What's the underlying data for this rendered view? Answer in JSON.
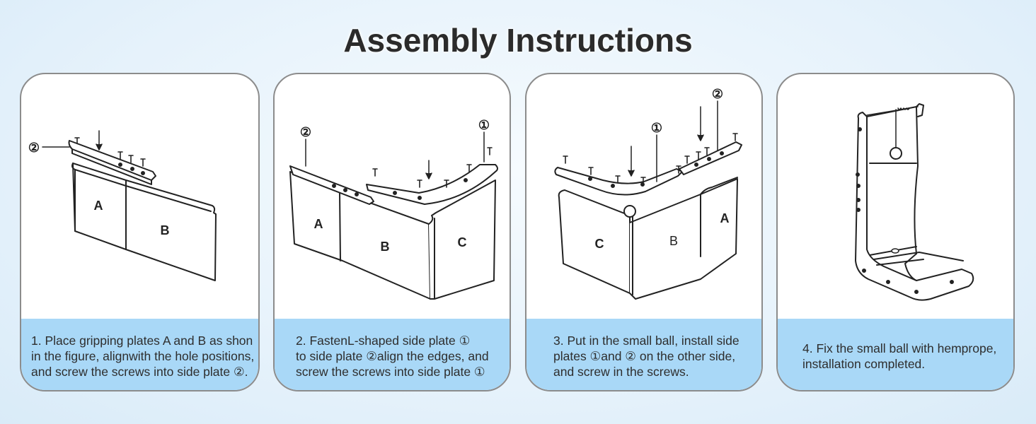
{
  "title": "Assembly Instructions",
  "steps": [
    {
      "caption": "1. Place gripping plates A and B as shon\nin the figure, alignwith the hole positions,\nand screw the screws into side plate ②.",
      "labels": {
        "plate_a": "A",
        "plate_b": "B",
        "marker": "②"
      }
    },
    {
      "caption": "2. FastenL-shaped side plate ①\nto side plate ②align the edges, and\nscrew the screws into side plate ①",
      "labels": {
        "plate_a": "A",
        "plate_b": "B",
        "plate_c": "C",
        "marker_1": "①",
        "marker_2": "②"
      }
    },
    {
      "caption": "3. Put in the small ball, install side\nplates ①and ② on the other side,\nand screw in the screws.",
      "labels": {
        "plate_a": "A",
        "plate_b": "B",
        "plate_c": "C",
        "marker_1": "①",
        "marker_2": "②"
      }
    },
    {
      "caption": "4. Fix the small ball with hemprope,\ninstallation completed."
    }
  ]
}
